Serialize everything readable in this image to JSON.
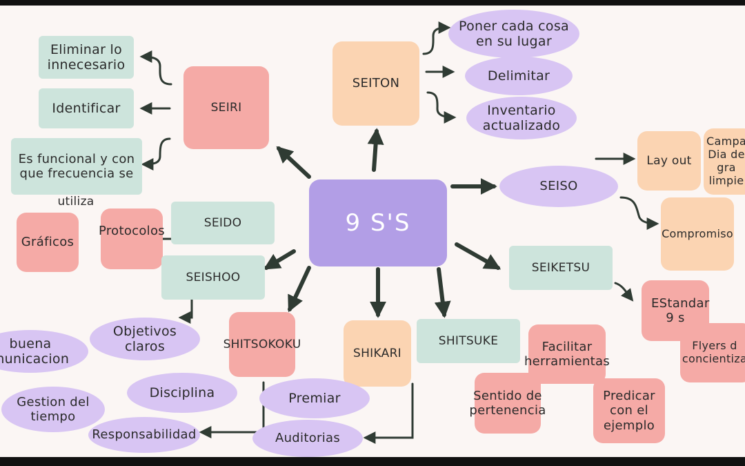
{
  "center": "9 S'S",
  "seiri": {
    "title": "SEIRI",
    "items": [
      "Eliminar lo innecesario",
      "Identificar",
      "Es funcional y con que frecuencia se",
      "utiliza"
    ]
  },
  "seiton": {
    "title": "SEITON",
    "items": [
      "Poner cada cosa en su lugar",
      "Delimitar",
      "Inventario actualizado"
    ]
  },
  "seiso": {
    "title": "SEISO",
    "items": [
      "Lay out",
      "Campa Dia de gra limpie",
      "Compromiso"
    ]
  },
  "seiketsu": {
    "title": "SEIKETSU",
    "items": [
      "EStandar 9 s",
      "Flyers d concientiza"
    ]
  },
  "seido": {
    "title": "SEIDO",
    "items": [
      "Protocolos",
      "Gráficos"
    ]
  },
  "seishoo": {
    "title": "SEISHOO",
    "items": [
      "Objetivos claros",
      "buena municacion"
    ]
  },
  "shitsokoku": {
    "title": "SHITSOKOKU",
    "items": [
      "Disciplina",
      "Gestion del tiempo",
      "Responsabilidad"
    ]
  },
  "shikari": {
    "title": "SHIKARI",
    "items": [
      "Premiar",
      "Auditorias"
    ]
  },
  "shitsuke": {
    "title": "SHITSUKE",
    "items": [
      "Facilitar herramientas",
      "Sentido de pertenencia",
      "Predicar con el ejemplo"
    ]
  },
  "colors": {
    "center": "#b29ee6",
    "mint": "#cde4dc",
    "pink": "#f5aaa6",
    "peach": "#fbd4b2",
    "lavender": "#d8c5f3",
    "arrow": "#2f3b33"
  }
}
